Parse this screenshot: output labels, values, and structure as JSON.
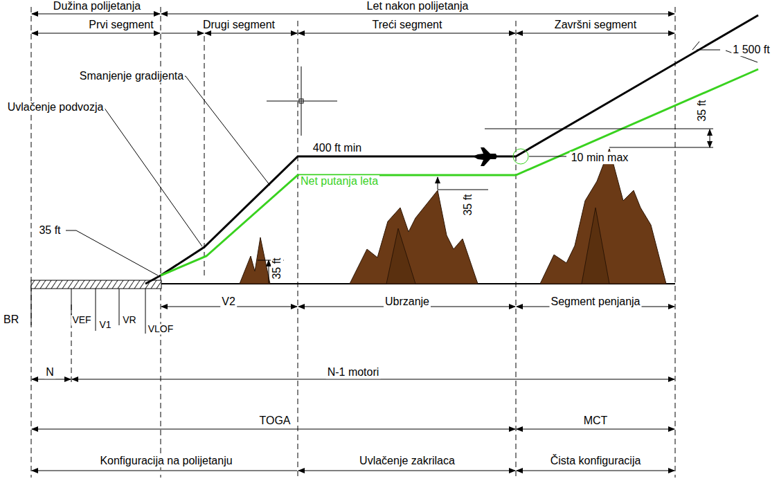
{
  "diagram": {
    "labels": [
      "Dužina polijetanja",
      "Let nakon polijetanja",
      "Prvi segment",
      "Drugi segment",
      "Treći segment",
      "Završni segment",
      "Smanjenje gradijenta",
      "400 ft min",
      "Uvlačenje podvozja",
      "Net putanja leta",
      "35 ft",
      "35 ft",
      "35 ft",
      "35 ft",
      "1 500 ft",
      "10 min max",
      "BR",
      "VEF",
      "V1",
      "VR",
      "VLOF",
      "V2",
      "Ubrzanje",
      "Segment penjanja",
      "N",
      "N-1 motori",
      "TOGA",
      "MCT",
      "Konfiguracija na polijetanju",
      "Uvlačenje zakrilaca",
      "Čista konfiguracija"
    ]
  }
}
